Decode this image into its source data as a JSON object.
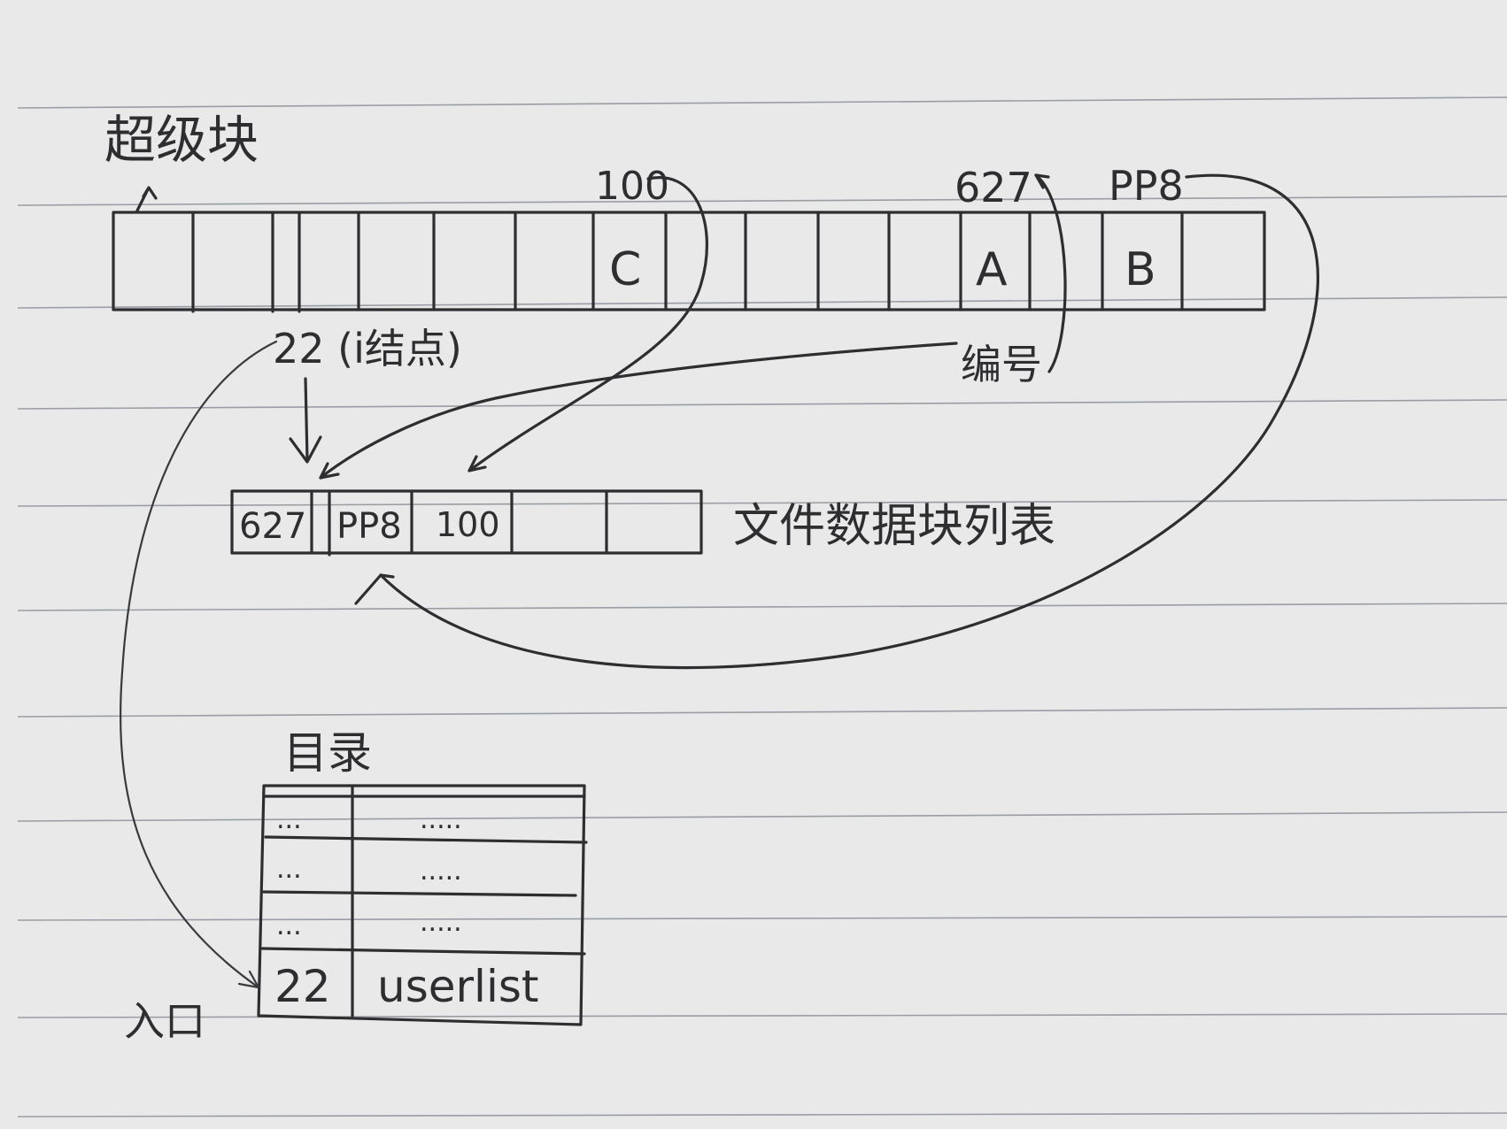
{
  "labels": {
    "superblock": "超级块",
    "superblock_cells": [
      "C",
      "A",
      "B"
    ],
    "pointer_100": "100",
    "pointer_627": "627",
    "pointer_998": "PP8",
    "inode_label": "22 (i结点)",
    "numbering": "编号",
    "file_block_list": "文件数据块列表",
    "file_block_list_cells": [
      "627",
      "PP8",
      "100",
      "",
      ""
    ],
    "directory": "目录",
    "directory_rows": [
      {
        "inode": "...",
        "name": "....."
      },
      {
        "inode": "...",
        "name": "....."
      },
      {
        "inode": "...",
        "name": "....."
      },
      {
        "inode": "22",
        "name": "userlist"
      }
    ],
    "entry": "入口"
  },
  "colors": {
    "paper": "#e9e9ea",
    "ink": "#2e2e30",
    "rule_lines": "#9a9da3"
  }
}
